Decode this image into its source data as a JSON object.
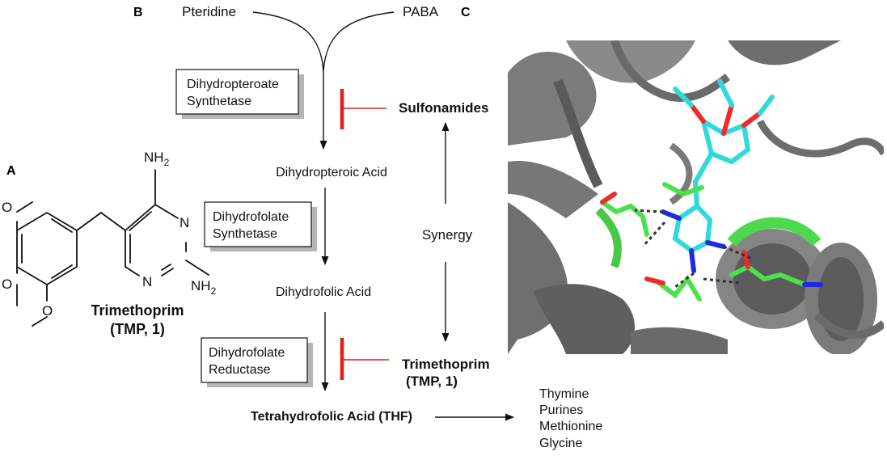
{
  "panels": {
    "a": "A",
    "b": "B",
    "c": "C"
  },
  "molecule": {
    "name": "Trimethoprim",
    "abbrev": "(TMP, 1)",
    "atoms": {
      "nh2_top": "NH",
      "nh2_right": "NH",
      "subscript": "2",
      "n": "N",
      "o": "O"
    }
  },
  "pathway": {
    "pteridine": "Pteridine",
    "paba": "PABA",
    "dihydropteroic_acid": "Dihydropteroic Acid",
    "dihydrofolic_acid": "Dihydrofolic Acid",
    "thf": "Tetrahydrofolic Acid (THF)",
    "enzymes": [
      {
        "line1": "Dihydropteroate",
        "line2": "Synthetase"
      },
      {
        "line1": "Dihydrofolate",
        "line2": "Synthetase"
      },
      {
        "line1": "Dihydrofolate",
        "line2": "Reductase"
      }
    ],
    "inhibitors": {
      "sulfonamides": "Sulfonamides",
      "trimethoprim": "Trimethoprim",
      "trimethoprim_abbrev": "(TMP, 1)",
      "synergy": "Synergy"
    },
    "products": [
      "Thymine",
      "Purines",
      "Methionine",
      "Glycine"
    ]
  },
  "colors": {
    "inhibition": "#e31b1b",
    "protein": "#6b6b6b",
    "ligand_carbon": "#2fd9dc",
    "residue_carbon": "#4de04d",
    "oxygen": "#ee2a2a",
    "nitrogen": "#1c2ae0"
  }
}
